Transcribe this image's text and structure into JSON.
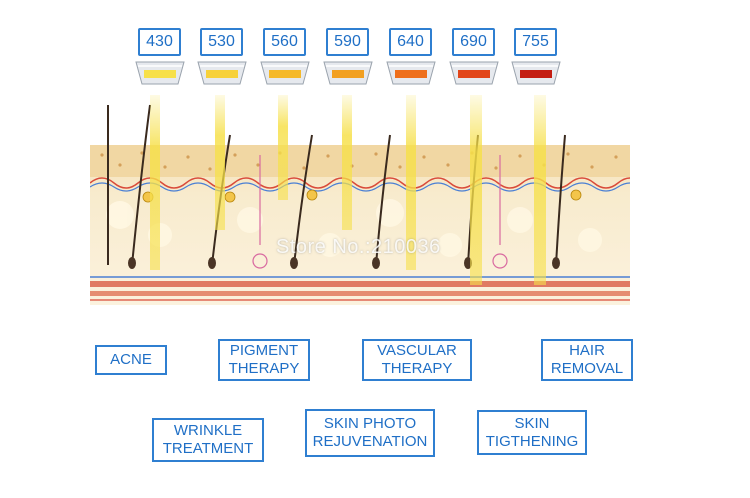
{
  "wavelengths": [
    {
      "label": "430",
      "color": "#f7e04a"
    },
    {
      "label": "530",
      "color": "#f7d13a"
    },
    {
      "label": "560",
      "color": "#f5b92a"
    },
    {
      "label": "590",
      "color": "#f2a021"
    },
    {
      "label": "640",
      "color": "#ee6f1c"
    },
    {
      "label": "690",
      "color": "#e2461a"
    },
    {
      "label": "755",
      "color": "#c41d12"
    }
  ],
  "watermark": "Store No.:210036",
  "treatments": {
    "acne": "ACNE",
    "pigment": "PIGMENT\nTHERAPY",
    "vascular": "VASCULAR\nTHERAPY",
    "hair": "HAIR\nREMOVAL",
    "wrinkle": "WRINKLE\nTREATMENT",
    "photo": "SKIN PHOTO\nREJUVENATION",
    "tightening": "SKIN\nTIGTHENING"
  },
  "colors": {
    "accent": "#2f7fd1",
    "beam": "#f6e04a",
    "vessel_red": "#d94b3a",
    "vessel_blue": "#4a7fd4",
    "skin": "#f3dcae"
  }
}
